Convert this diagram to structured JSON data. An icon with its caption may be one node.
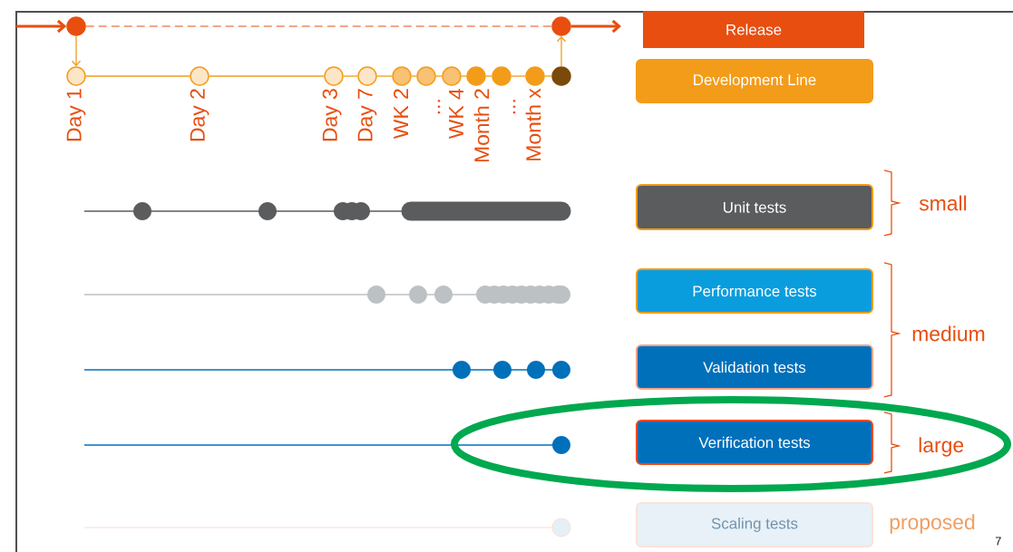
{
  "diagram": {
    "nodes": [
      {
        "text": [],
        "shape": "circle"
      },
      {
        "text": [],
        "shape": "circle"
      },
      {
        "text": [
          "Release"
        ]
      },
      {
        "text": [],
        "shape": "circle"
      },
      {
        "text": [],
        "shape": "circle"
      },
      {
        "text": [],
        "shape": "circle"
      },
      {
        "text": [],
        "shape": "circle"
      },
      {
        "text": [],
        "shape": "circle"
      },
      {
        "text": [],
        "shape": "circle"
      },
      {
        "text": [],
        "shape": "circle"
      },
      {
        "text": [],
        "shape": "circle"
      },
      {
        "text": [],
        "shape": "circle"
      },
      {
        "text": [],
        "shape": "circle"
      },
      {
        "text": [],
        "shape": "circle"
      },
      {
        "text": [
          "Development Line"
        ]
      },
      {
        "text": [
          "Unit tests"
        ]
      },
      {
        "text": [
          "Performance tests"
        ]
      },
      {
        "text": [
          "Validation tests"
        ]
      },
      {
        "text": [
          "Verification tests"
        ]
      },
      {
        "text": [
          "Scaling tests"
        ]
      }
    ],
    "edges": [
      {
        "from": null,
        "to": 0,
        "arrow": "to",
        "style": "thick"
      },
      {
        "from": 0,
        "to": 1,
        "arrow": "none",
        "style": "dashed"
      },
      {
        "from": 1,
        "to": null,
        "arrow": "to",
        "style": "thick"
      },
      {
        "from": 0,
        "to": 3,
        "arrow": "to",
        "color": "#f39c1a"
      },
      {
        "from": 13,
        "to": 1,
        "arrow": "to",
        "color": "#f39c1a"
      },
      {
        "from": 3,
        "to": 4,
        "arrow": "none",
        "color": "#f39c1a"
      },
      {
        "from": 4,
        "to": 5,
        "arrow": "none",
        "color": "#f39c1a"
      },
      {
        "from": 5,
        "to": 6,
        "arrow": "none",
        "color": "#f39c1a"
      },
      {
        "from": 6,
        "to": 7,
        "arrow": "none",
        "color": "#f39c1a"
      },
      {
        "from": 7,
        "to": 8,
        "arrow": "none",
        "color": "#f39c1a"
      },
      {
        "from": 8,
        "to": 9,
        "arrow": "none",
        "color": "#f39c1a"
      },
      {
        "from": 9,
        "to": 10,
        "arrow": "none",
        "color": "#f39c1a"
      },
      {
        "from": 10,
        "to": 11,
        "arrow": "none",
        "color": "#f39c1a"
      },
      {
        "from": 11,
        "to": 12,
        "arrow": "none",
        "color": "#f39c1a"
      },
      {
        "from": 12,
        "to": 13,
        "arrow": "none",
        "color": "#f39c1a"
      }
    ],
    "labels": [
      "Day 1",
      "Day 2",
      "Day 3",
      "Day 7",
      "WK 2",
      "...",
      "WK 4",
      "Month 2",
      "...",
      "Month x",
      "small",
      "medium",
      "large",
      "proposed",
      "7"
    ]
  }
}
